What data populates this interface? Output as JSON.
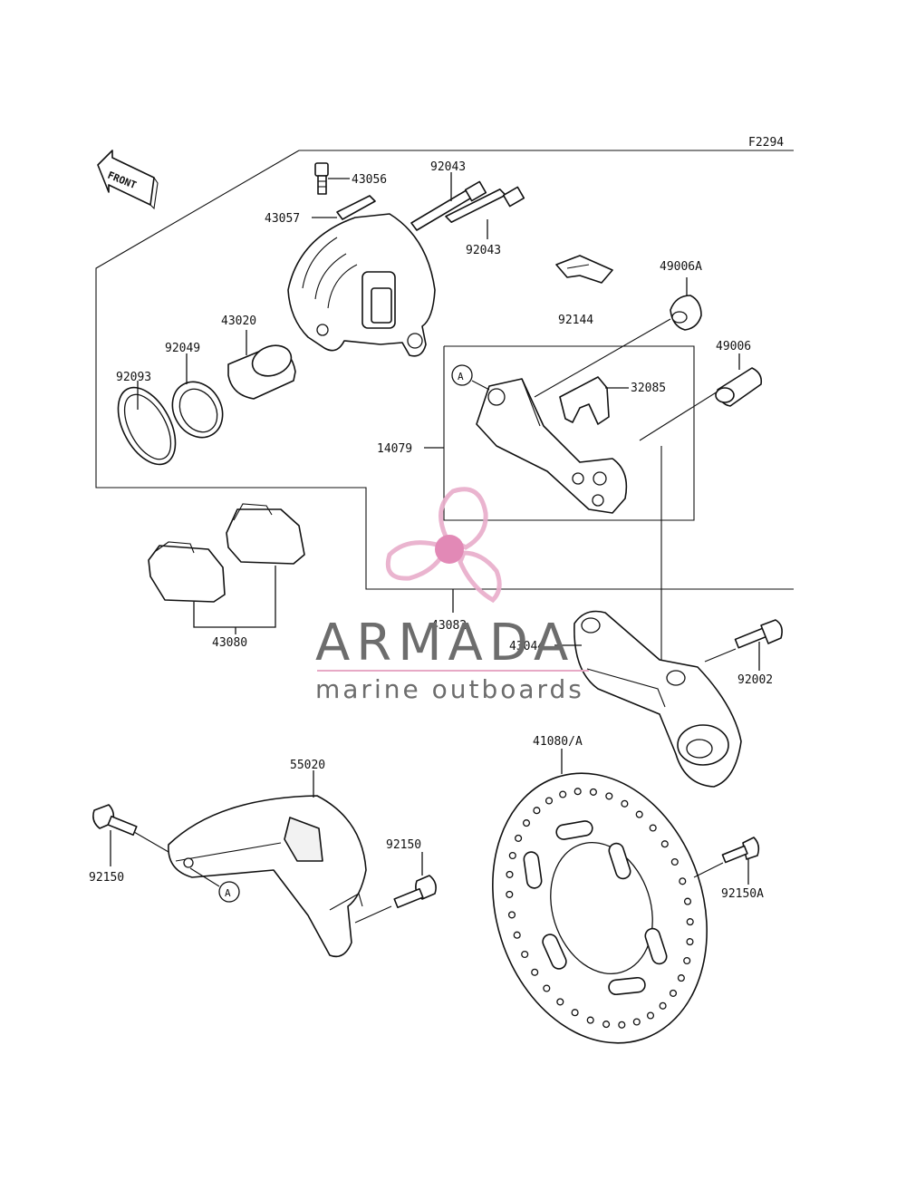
{
  "diagram": {
    "figure_code": "F2294",
    "front_arrow_label": "FRONT",
    "ref_marker": "A",
    "callouts": [
      {
        "id": "43056",
        "text": "43056"
      },
      {
        "id": "43057",
        "text": "43057"
      },
      {
        "id": "92043a",
        "text": "92043"
      },
      {
        "id": "92043b",
        "text": "92043"
      },
      {
        "id": "92144",
        "text": "92144"
      },
      {
        "id": "49006A",
        "text": "49006A"
      },
      {
        "id": "49006",
        "text": "49006"
      },
      {
        "id": "43020",
        "text": "43020"
      },
      {
        "id": "92049",
        "text": "92049"
      },
      {
        "id": "92093",
        "text": "92093"
      },
      {
        "id": "32085",
        "text": "32085"
      },
      {
        "id": "14079",
        "text": "14079"
      },
      {
        "id": "43080",
        "text": "43080"
      },
      {
        "id": "43082",
        "text": "43082"
      },
      {
        "id": "43044",
        "text": "43044"
      },
      {
        "id": "92002",
        "text": "92002"
      },
      {
        "id": "55020",
        "text": "55020"
      },
      {
        "id": "41080A",
        "text": "41080/A"
      },
      {
        "id": "92150a",
        "text": "92150"
      },
      {
        "id": "92150b",
        "text": "92150"
      },
      {
        "id": "92150A",
        "text": "92150A"
      }
    ]
  },
  "watermark": {
    "brand": "ARMADA",
    "tagline": "marine outboards",
    "colors": {
      "logo_pink": "#e9aecb",
      "logo_hub": "#e07fb0",
      "text_gray": "#6d6d6d",
      "rule": "#e7a9c5"
    }
  }
}
